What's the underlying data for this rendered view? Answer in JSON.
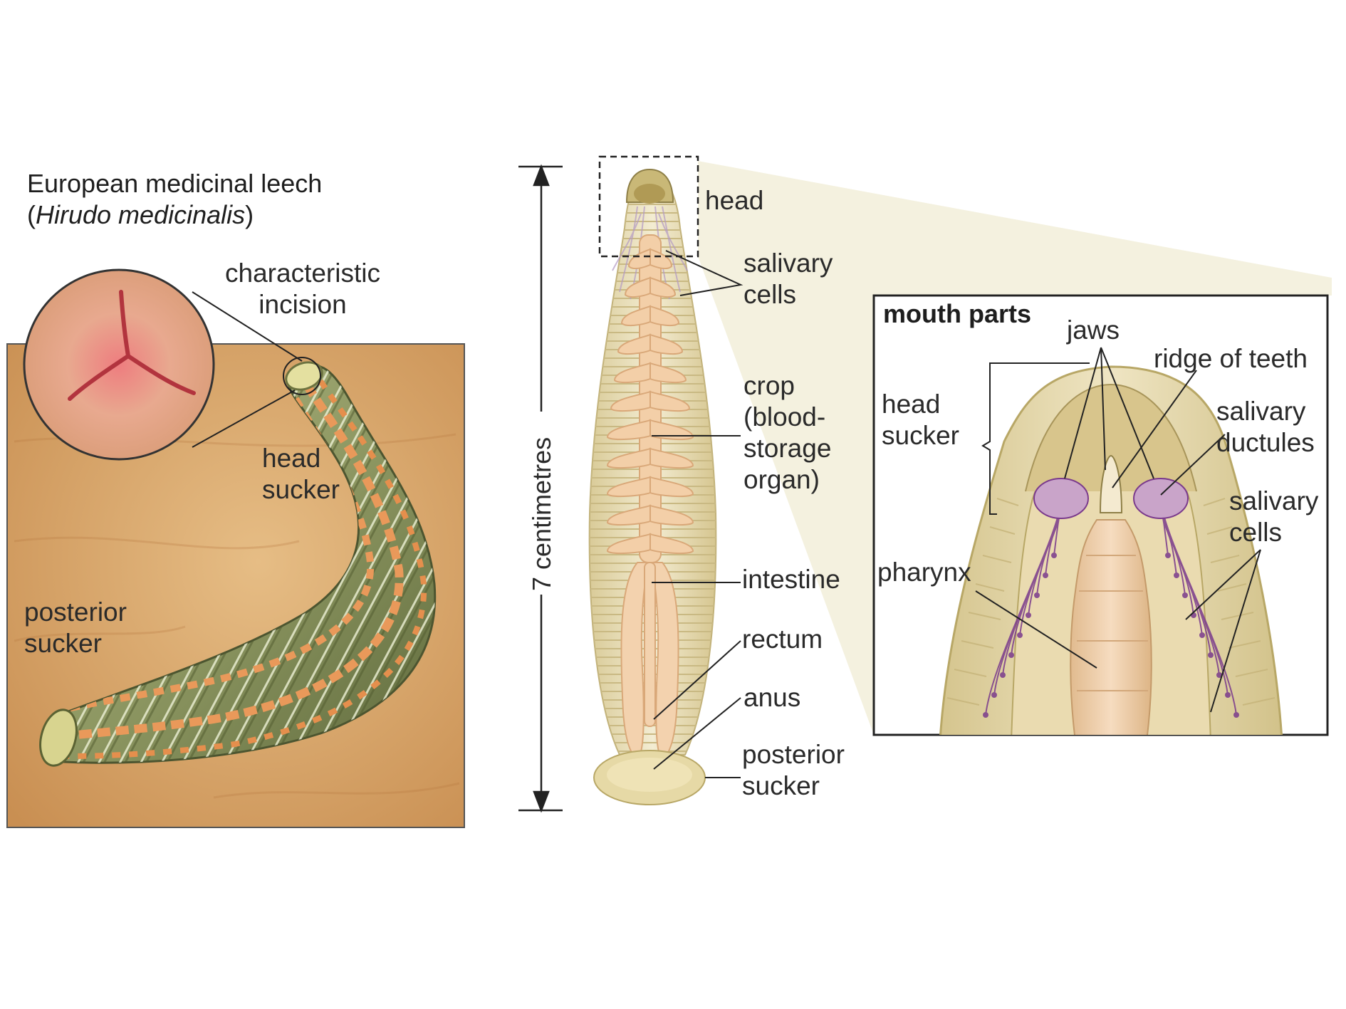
{
  "title": {
    "common_name": "European medicinal leech",
    "paren_open": "(",
    "scientific_name": "Hirudo medicinalis",
    "paren_close": ")"
  },
  "left_panel": {
    "characteristic_incision": [
      "characteristic",
      "incision"
    ],
    "head_sucker": [
      "head",
      "sucker"
    ],
    "posterior_sucker": [
      "posterior",
      "sucker"
    ]
  },
  "middle_panel": {
    "scale_label": "7 centimetres",
    "head": "head",
    "salivary_cells": [
      "salivary",
      "cells"
    ],
    "crop": [
      "crop",
      "(blood-",
      "storage",
      "organ)"
    ],
    "intestine": "intestine",
    "rectum": "rectum",
    "anus": "anus",
    "posterior_sucker": [
      "posterior",
      "sucker"
    ]
  },
  "inset": {
    "title": "mouth parts",
    "jaws": "jaws",
    "ridge_of_teeth": "ridge of teeth",
    "head_sucker": [
      "head",
      "sucker"
    ],
    "salivary_ductules": [
      "salivary",
      "ductules"
    ],
    "salivary_cells": [
      "salivary",
      "cells"
    ],
    "pharynx": "pharynx"
  },
  "colors": {
    "background_panel": "#d9ab72",
    "leech_green": "#8e9a64",
    "leech_stripe": "#e79a5c",
    "body_cream": "#ece2bf",
    "crop_pink": "#f3cfa8",
    "salivary_purple": "#7a3a8c",
    "incision_red": "#e0545c"
  }
}
